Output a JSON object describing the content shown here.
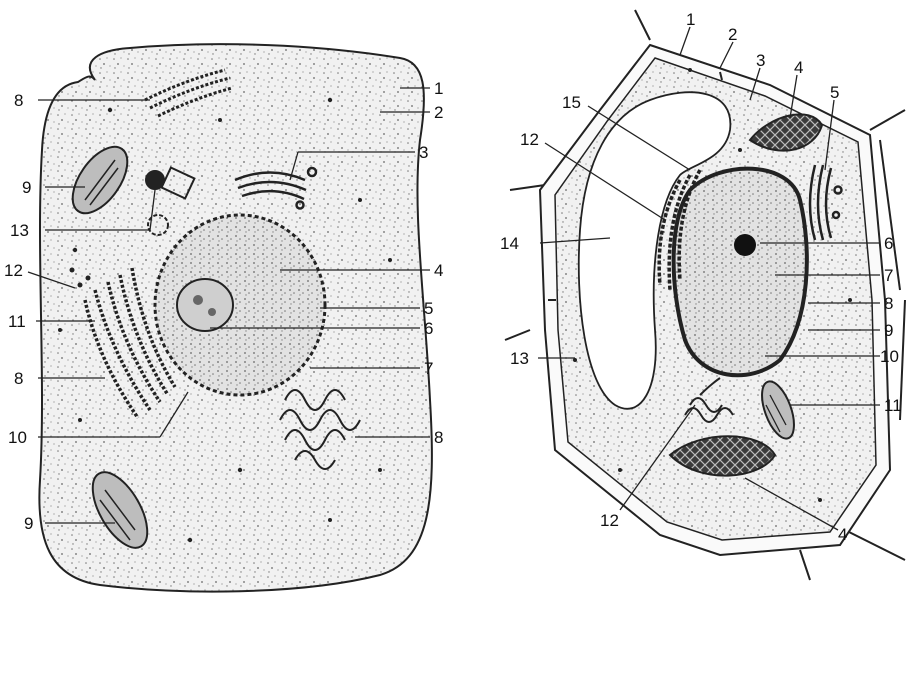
{
  "colors": {
    "ink": "#222222",
    "cytoplasm": "#efefef",
    "vacuole": "#ffffff",
    "dark_organelle": "#3a3a3a"
  },
  "animal_cell": {
    "labels": {
      "1": "1",
      "2": "2",
      "3": "3",
      "4": "4",
      "5": "5",
      "6": "6",
      "7": "7",
      "8a": "8",
      "8b": "8",
      "8c": "8",
      "9a": "9",
      "9b": "9",
      "10": "10",
      "11": "11",
      "12": "12",
      "13": "13"
    }
  },
  "plant_cell": {
    "labels": {
      "1": "1",
      "2": "2",
      "3": "3",
      "4a": "4",
      "4b": "4",
      "5": "5",
      "6": "6",
      "7": "7",
      "8": "8",
      "9": "9",
      "10": "10",
      "11": "11",
      "12a": "12",
      "12b": "12",
      "13": "13",
      "14": "14",
      "15": "15"
    }
  }
}
